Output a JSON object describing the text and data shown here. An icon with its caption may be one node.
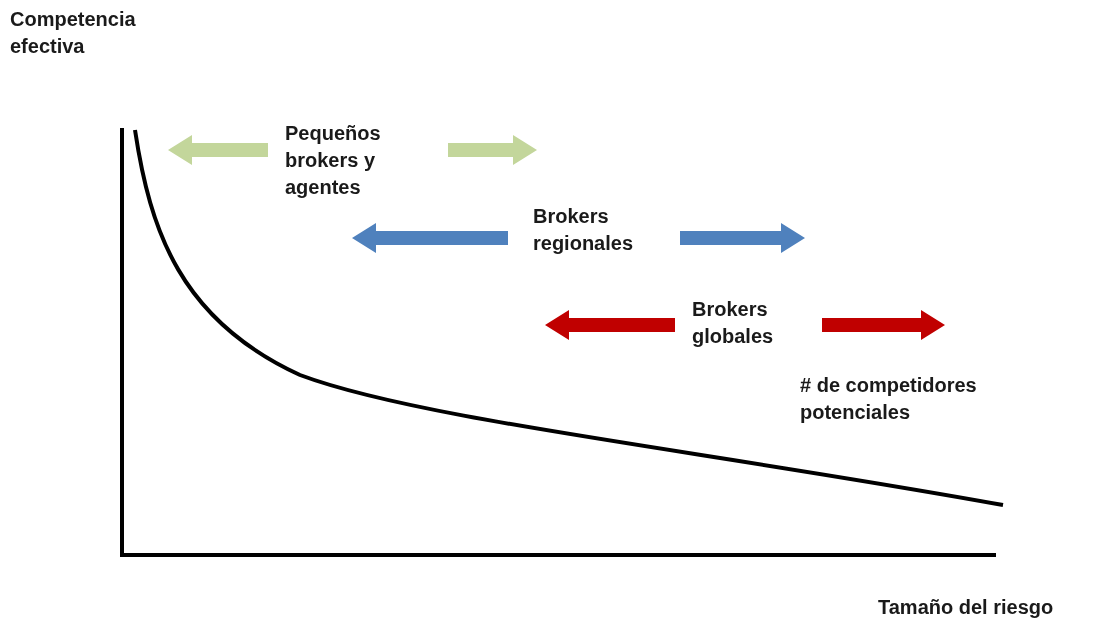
{
  "diagram": {
    "labels": [
      "Competencia efectiva",
      "Pequeños brokers y agentes",
      "Brokers regionales",
      "Brokers globales",
      "# de competidores potenciales",
      "Tamaño del riesgo"
    ]
  }
}
